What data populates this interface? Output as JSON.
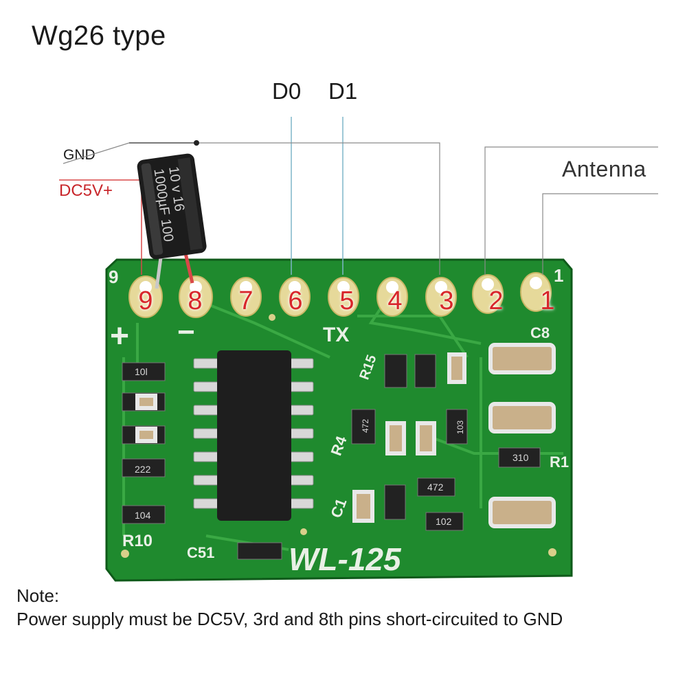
{
  "title": "Wg26 type",
  "labels": {
    "d0": "D0",
    "d1": "D1",
    "gnd": "GND",
    "dc5v": "DC5V+",
    "antenna": "Antenna"
  },
  "pins": [
    "9",
    "8",
    "7",
    "6",
    "5",
    "4",
    "3",
    "2",
    "1"
  ],
  "board": {
    "model": "WL-125",
    "tx": "TX",
    "corner_left": "9",
    "corner_right": "1",
    "plus": "+",
    "minus": "−",
    "silk": [
      "R10",
      "C51",
      "C8",
      "R1",
      "C1",
      "R4",
      "R15"
    ],
    "resistor_codes": [
      "10l",
      "222",
      "104",
      "310",
      "472",
      "102",
      "472",
      "103"
    ]
  },
  "capacitor": {
    "line1": "1000µF 100",
    "line2": "10 v  16"
  },
  "note": {
    "heading": "Note:",
    "text": "Power supply must be DC5V, 3rd and 8th pins short-circuited to GND"
  },
  "colors": {
    "pcb": "#1f8a2e",
    "pcb_dark": "#106b1d",
    "silk": "#e9f0e6",
    "pad": "#e6d99a",
    "pin_label": "#d8262b",
    "dc5v": "#c8262b",
    "wire_blue": "#7fb6c9",
    "wire_gray": "#8a8a8a",
    "wire_red": "#d94848"
  }
}
